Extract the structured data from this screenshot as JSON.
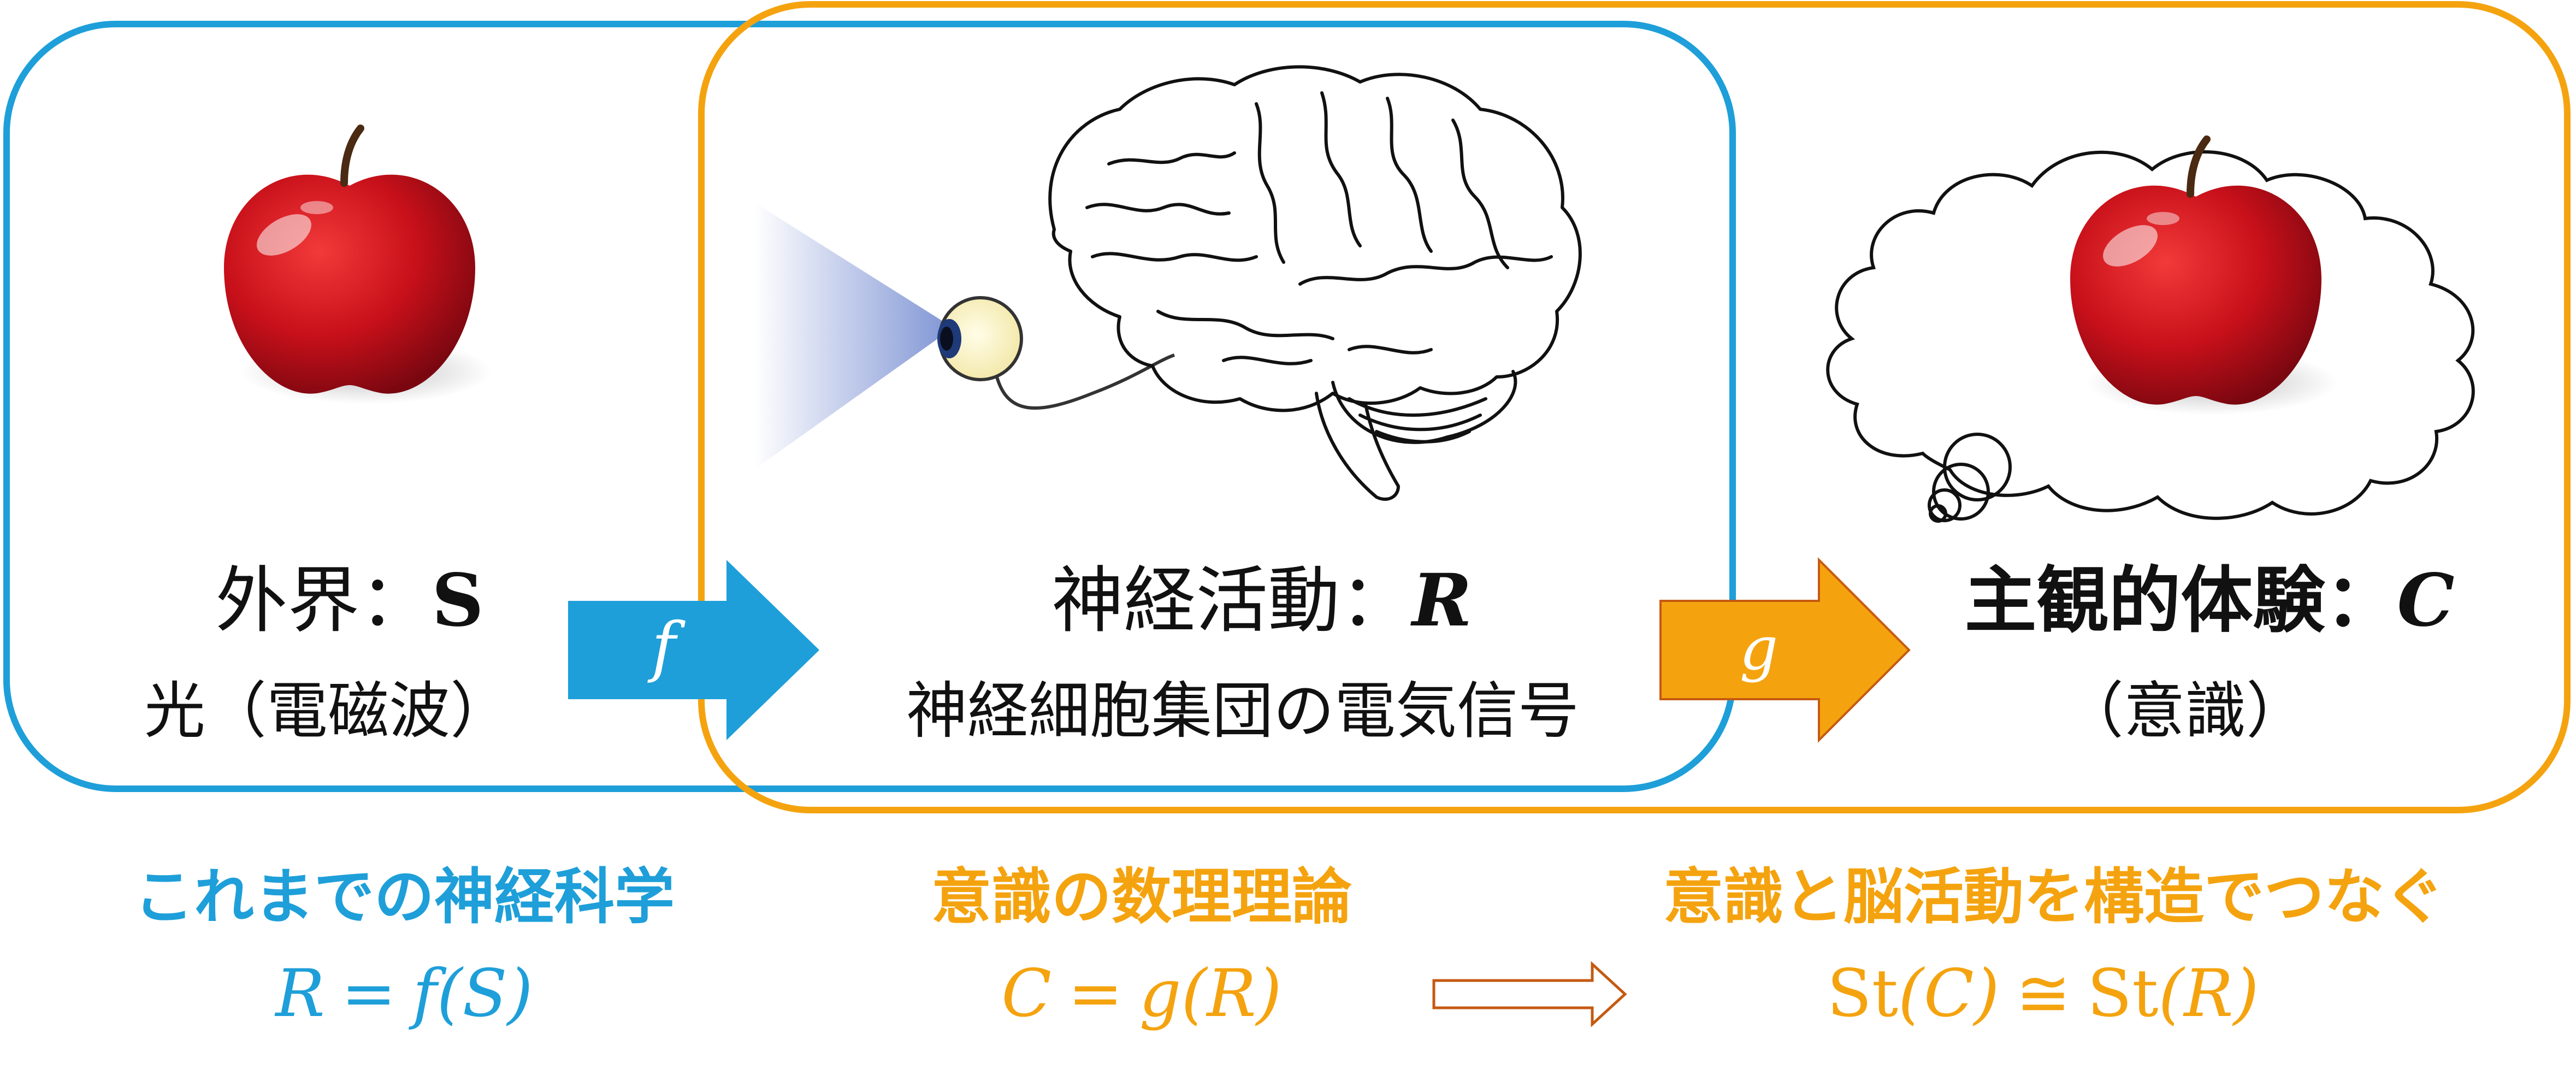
{
  "colors": {
    "blue": "#1E9FD9",
    "orange": "#F4A30F",
    "arrow_outline": "#C55A11",
    "apple_red": "#C8101A",
    "text": "#111111"
  },
  "left_panel": {
    "title_label": "外界：",
    "title_var": "S",
    "subtitle": "光（電磁波）"
  },
  "middle_panel": {
    "title_label": "神経活動：",
    "title_var": "R",
    "subtitle": "神経細胞集団の電気信号"
  },
  "right_panel": {
    "title_label": "主観的体験：",
    "title_var": "C",
    "subtitle": "（意識）"
  },
  "arrows": {
    "f_label": "f",
    "g_label": "g"
  },
  "bottom": {
    "neuro_heading": "これまでの神経科学",
    "neuro_eq_lhs": "R",
    "neuro_eq_eq": "=",
    "neuro_eq_rhs": "f(S)",
    "theory_heading": "意識の数理理論",
    "theory_eq_lhs": "C",
    "theory_eq_eq": "=",
    "theory_eq_rhs": "g(R)",
    "structure_heading": "意識と脳活動を構造でつなぐ",
    "structure_eq_st1": "St",
    "structure_eq_arg1": "(C)",
    "structure_eq_rel": "≅",
    "structure_eq_st2": "St",
    "structure_eq_arg2": "(R)"
  },
  "icons": {
    "apple_left": "apple-icon",
    "brain": "brain-icon",
    "eye": "eye-icon",
    "thought_cloud": "thought-cloud-icon",
    "apple_right": "apple-icon"
  }
}
